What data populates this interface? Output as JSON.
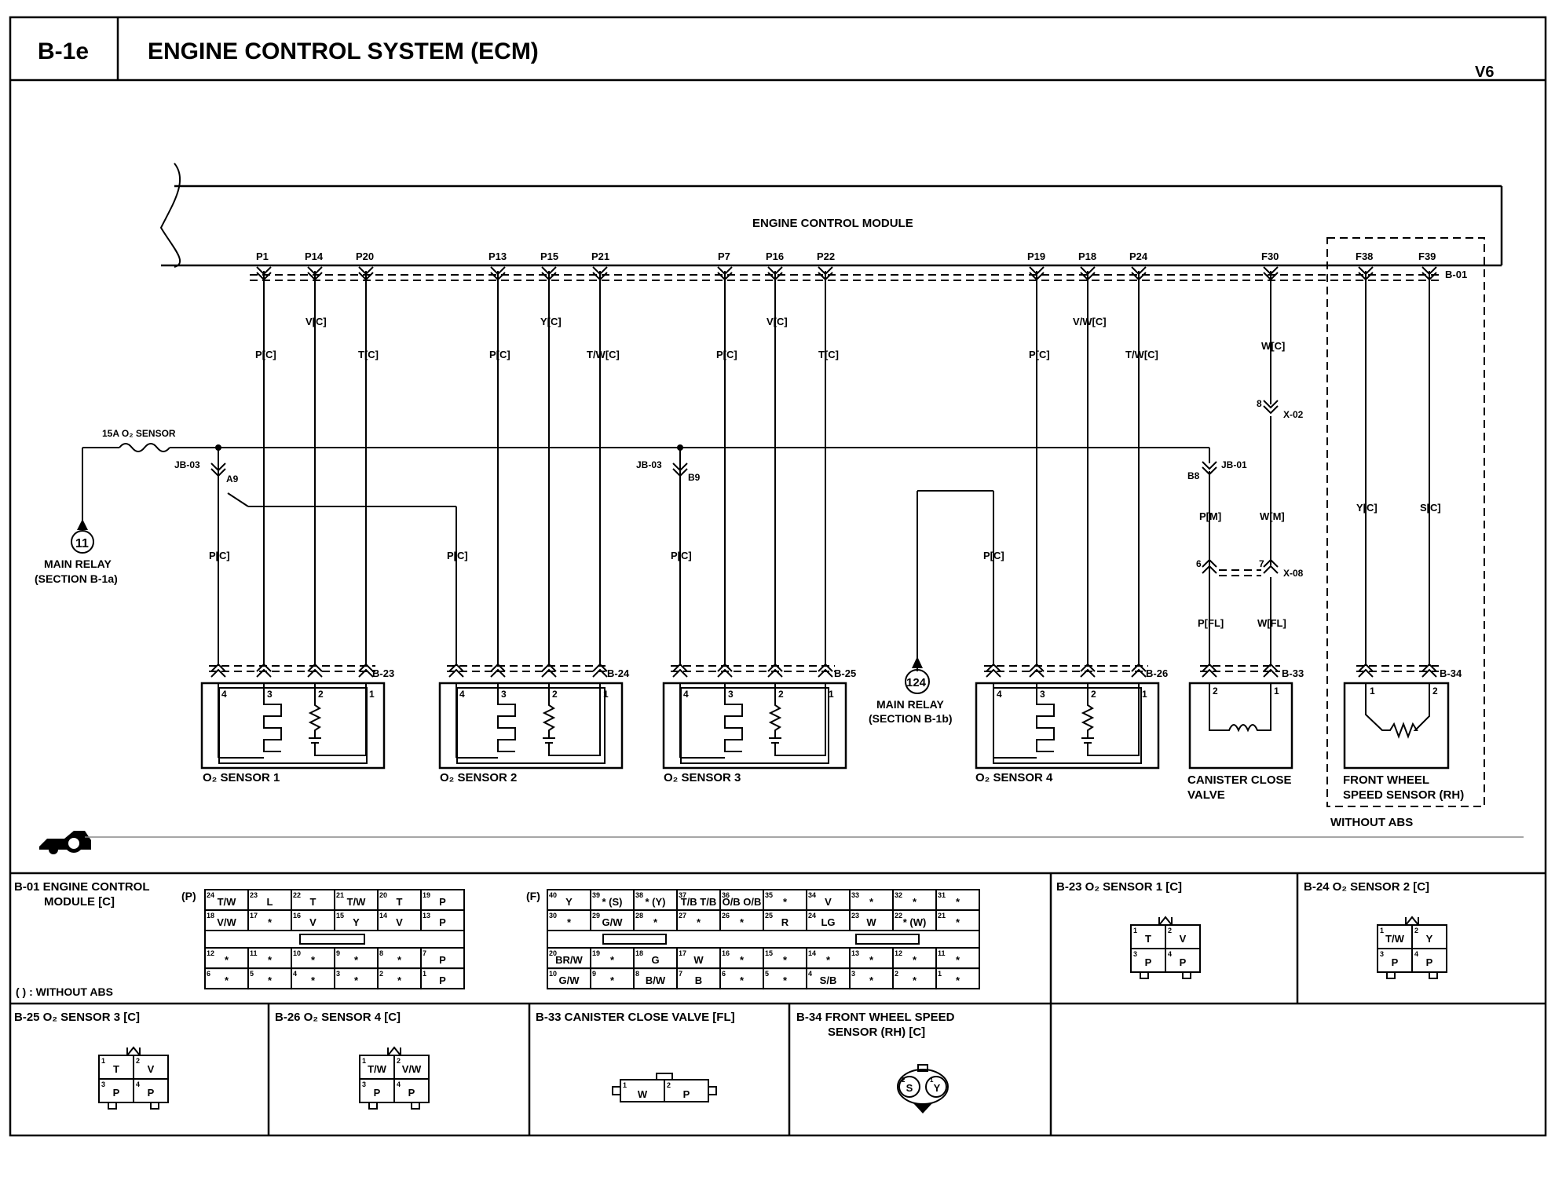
{
  "header": {
    "code": "B-1e",
    "title": "ENGINE CONTROL SYSTEM (ECM)",
    "variant": "V6"
  },
  "ecm": {
    "label": "ENGINE CONTROL MODULE",
    "pins": [
      "P1",
      "P14",
      "P20",
      "P13",
      "P15",
      "P21",
      "P7",
      "P16",
      "P22",
      "P19",
      "P18",
      "P24",
      "F30",
      "F38",
      "F39"
    ],
    "connector": "B-01"
  },
  "wires": {
    "s1": [
      "P[C]",
      "V[C]",
      "T[C]"
    ],
    "s2": [
      "P[C]",
      "Y[C]",
      "T/W[C]"
    ],
    "s3": [
      "P[C]",
      "V[C]",
      "T[C]"
    ],
    "s4": [
      "P[C]",
      "V/W[C]",
      "T/W[C]"
    ],
    "canister_top": "W[C]",
    "canister_pm": "P[M]",
    "canister_wm": "W[M]",
    "canister_pfl": "P[FL]",
    "canister_wfl": "W[FL]",
    "wss_y": "Y[C]",
    "wss_s": "S[C]",
    "feed_pc": "P[C]"
  },
  "power": {
    "fuse": "15A O₂ SENSOR",
    "jb03a": "JB-03",
    "a9": "A9",
    "jb03b": "JB-03",
    "b9": "B9",
    "jb01": "JB-01",
    "b8": "B8",
    "x02": "X-02",
    "x02pin": "8",
    "x08": "X-08",
    "x08pin_a": "6",
    "x08pin_b": "7",
    "relay1_num": "11",
    "relay1_name": "MAIN RELAY",
    "relay1_sect": "(SECTION B-1a)",
    "relay2_num": "124",
    "relay2_name": "MAIN RELAY",
    "relay2_sect": "(SECTION B-1b)"
  },
  "components": {
    "s1": {
      "name": "O₂ SENSOR 1",
      "conn": "B-23"
    },
    "s2": {
      "name": "O₂ SENSOR 2",
      "conn": "B-24"
    },
    "s3": {
      "name": "O₂ SENSOR 3",
      "conn": "B-25"
    },
    "s4": {
      "name": "O₂ SENSOR 4",
      "conn": "B-26"
    },
    "canister": {
      "name1": "CANISTER CLOSE",
      "name2": "VALVE",
      "conn": "B-33"
    },
    "wss": {
      "name1": "FRONT WHEEL",
      "name2": "SPEED SENSOR (RH)",
      "conn": "B-34",
      "note": "WITHOUT ABS"
    }
  },
  "pin_numbers": {
    "n1": "1",
    "n2": "2",
    "n3": "3",
    "n4": "4"
  },
  "connectors": {
    "b01": {
      "title1": "B-01 ENGINE CONTROL",
      "title2": "MODULE [C]",
      "note": "(   ) : WITHOUT ABS",
      "p_label": "(P)",
      "f_label": "(F)",
      "p_rows": [
        [
          [
            "24",
            "T/W"
          ],
          [
            "23",
            "L"
          ],
          [
            "22",
            "T"
          ],
          [
            "21",
            "T/W"
          ],
          [
            "20",
            "T"
          ],
          [
            "19",
            "P"
          ]
        ],
        [
          [
            "18",
            "V/W"
          ],
          [
            "17",
            "*"
          ],
          [
            "16",
            "V"
          ],
          [
            "15",
            "Y"
          ],
          [
            "14",
            "V"
          ],
          [
            "13",
            "P"
          ]
        ],
        [
          [
            "12",
            "*"
          ],
          [
            "11",
            "*"
          ],
          [
            "10",
            "*"
          ],
          [
            "9",
            "*"
          ],
          [
            "8",
            "*"
          ],
          [
            "7",
            "P"
          ]
        ],
        [
          [
            "6",
            "*"
          ],
          [
            "5",
            "*"
          ],
          [
            "4",
            "*"
          ],
          [
            "3",
            "*"
          ],
          [
            "2",
            "*"
          ],
          [
            "1",
            "P"
          ]
        ]
      ],
      "f_rows": [
        [
          [
            "40",
            "Y"
          ],
          [
            "39",
            "* (S)"
          ],
          [
            "38",
            "* (Y)"
          ],
          [
            "37",
            "T/B T/B"
          ],
          [
            "36",
            "O/B O/B"
          ],
          [
            "35",
            "*"
          ],
          [
            "34",
            "V"
          ],
          [
            "33",
            "*"
          ],
          [
            "32",
            "*"
          ],
          [
            "31",
            "*"
          ]
        ],
        [
          [
            "30",
            "*"
          ],
          [
            "29",
            "G/W"
          ],
          [
            "28",
            "*"
          ],
          [
            "27",
            "*"
          ],
          [
            "26",
            "*"
          ],
          [
            "25",
            "R"
          ],
          [
            "24",
            "LG"
          ],
          [
            "23",
            "W"
          ],
          [
            "22",
            "* (W)"
          ],
          [
            "21",
            "*"
          ]
        ],
        [
          [
            "20",
            "BR/W"
          ],
          [
            "19",
            "*"
          ],
          [
            "18",
            "G"
          ],
          [
            "17",
            "W"
          ],
          [
            "16",
            "*"
          ],
          [
            "15",
            "*"
          ],
          [
            "14",
            "*"
          ],
          [
            "13",
            "*"
          ],
          [
            "12",
            "*"
          ],
          [
            "11",
            "*"
          ]
        ],
        [
          [
            "10",
            "G/W"
          ],
          [
            "9",
            "*"
          ],
          [
            "8",
            "B/W"
          ],
          [
            "7",
            "B"
          ],
          [
            "6",
            "*"
          ],
          [
            "5",
            "*"
          ],
          [
            "4",
            "S/B"
          ],
          [
            "3",
            "*"
          ],
          [
            "2",
            "*"
          ],
          [
            "1",
            "*"
          ]
        ]
      ]
    },
    "b23": {
      "title": "B-23 O₂ SENSOR 1 [C]",
      "cells": [
        [
          "1",
          "T"
        ],
        [
          "2",
          "V"
        ],
        [
          "3",
          "P"
        ],
        [
          "4",
          "P"
        ]
      ]
    },
    "b24": {
      "title": "B-24 O₂ SENSOR 2 [C]",
      "cells": [
        [
          "1",
          "T/W"
        ],
        [
          "2",
          "Y"
        ],
        [
          "3",
          "P"
        ],
        [
          "4",
          "P"
        ]
      ]
    },
    "b25": {
      "title": "B-25 O₂ SENSOR 3 [C]",
      "cells": [
        [
          "1",
          "T"
        ],
        [
          "2",
          "V"
        ],
        [
          "3",
          "P"
        ],
        [
          "4",
          "P"
        ]
      ]
    },
    "b26": {
      "title": "B-26 O₂ SENSOR 4 [C]",
      "cells": [
        [
          "1",
          "T/W"
        ],
        [
          "2",
          "V/W"
        ],
        [
          "3",
          "P"
        ],
        [
          "4",
          "P"
        ]
      ]
    },
    "b33": {
      "title": "B-33 CANISTER CLOSE VALVE [FL]",
      "cells": [
        [
          "1",
          "W"
        ],
        [
          "2",
          "P"
        ]
      ]
    },
    "b34": {
      "title1": "B-34 FRONT WHEEL SPEED",
      "title2": "SENSOR (RH) [C]",
      "cells": [
        [
          "2",
          "S"
        ],
        [
          "1",
          "Y"
        ]
      ]
    }
  }
}
